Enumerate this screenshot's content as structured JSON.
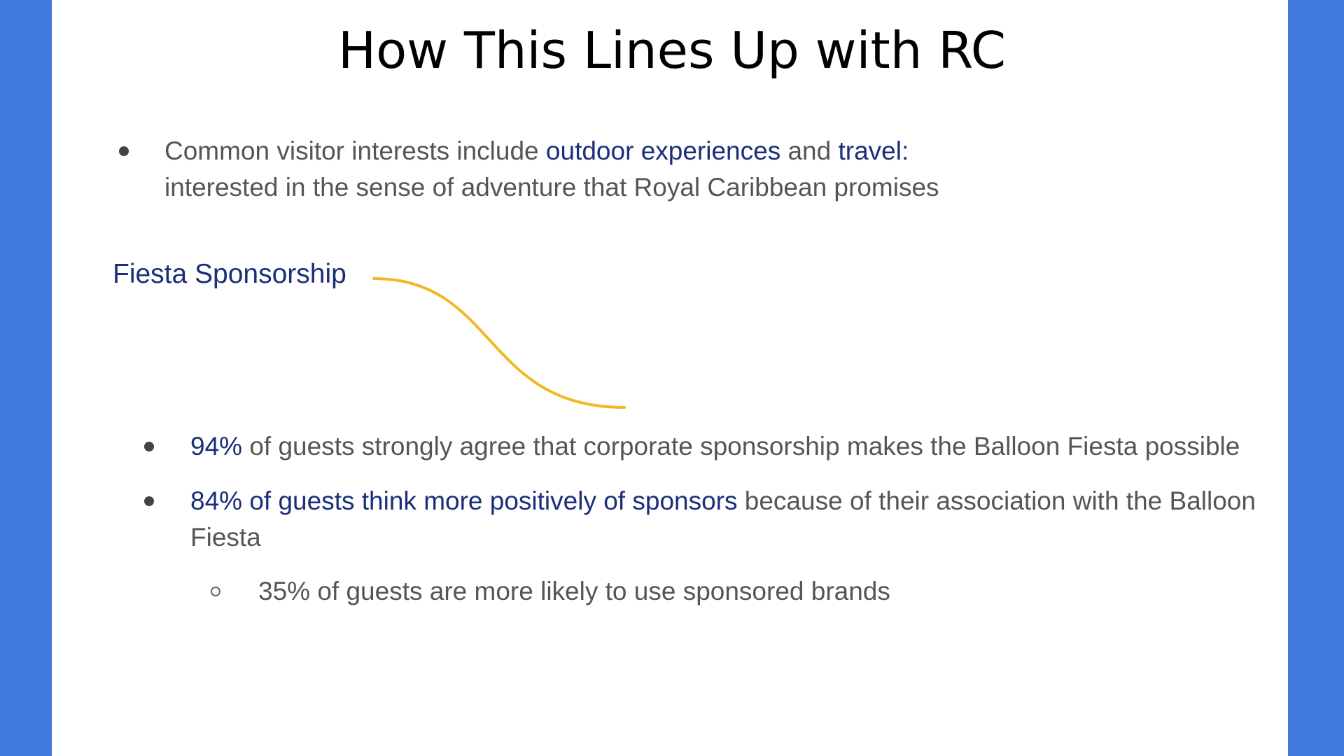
{
  "slide": {
    "title": "How This Lines Up with RC",
    "intro_bullet": {
      "part1": "Common visitor interests include ",
      "highlight1": "outdoor experiences",
      "part2": " and ",
      "highlight2": "travel:",
      "line2": "interested in the sense of adventure that Royal Caribbean promises"
    },
    "section_label": "Fiesta Sponsorship",
    "bullets": [
      {
        "highlight": "94%",
        "rest": " of guests strongly agree that corporate sponsorship makes the Balloon Fiesta possible"
      },
      {
        "highlight": "84% of guests think more positively of sponsors",
        "rest": " because of their association with the Balloon",
        "line2": "Fiesta"
      }
    ],
    "sub_bullet": "35% of guests are more likely to use sponsored brands"
  },
  "colors": {
    "background_band": "#3f79dc",
    "highlight_text": "#1a2e7a",
    "body_text": "#555555",
    "connector": "#f2b824"
  }
}
